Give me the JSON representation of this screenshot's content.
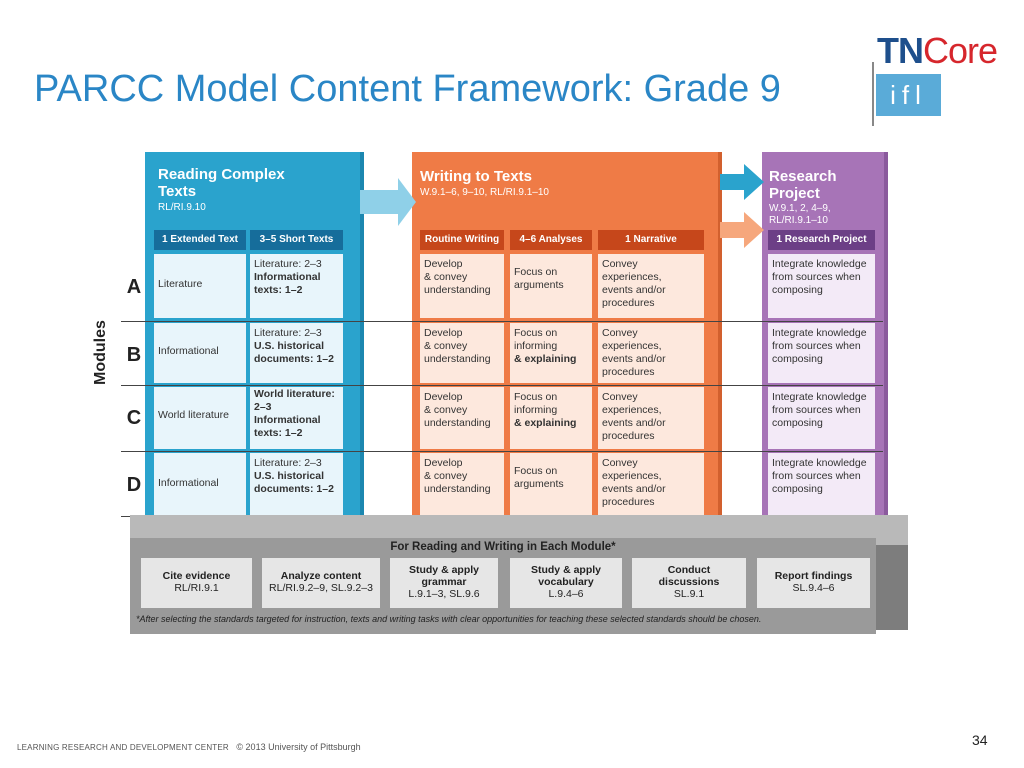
{
  "slide": {
    "title": "PARCC Model Content Framework:  Grade 9",
    "page_number": "34",
    "footer_org": "LEARNING RESEARCH AND DEVELOPMENT CENTER",
    "footer_copyright": "© 2013 University of Pittsburgh"
  },
  "logo": {
    "tn": "TN",
    "core": "Core",
    "ifl": "ifl"
  },
  "reading": {
    "title_line1": "Reading Complex",
    "title_line2": "Texts",
    "standards": "RL/RI.9.10",
    "header_extended": "1 Extended Text",
    "header_short": "3–5 Short Texts",
    "rows": [
      {
        "extended": "Literature",
        "short1": "Literature: 2–3",
        "short2": "Informational",
        "short3": "texts: 1–2"
      },
      {
        "extended": "Informational",
        "short1": "Literature: 2–3",
        "short2": "U.S. historical",
        "short3": "documents: 1–2"
      },
      {
        "extended": "World literature",
        "short1": "World literature:",
        "short1b": "2–3",
        "short2": "Informational",
        "short3": "texts: 1–2"
      },
      {
        "extended": "Informational",
        "short1": "Literature: 2–3",
        "short2": "U.S. historical",
        "short3": "documents: 1–2"
      }
    ]
  },
  "writing": {
    "title": "Writing to Texts",
    "standards": "W.9.1–6, 9–10, RL/RI.9.1–10",
    "header_routine": "Routine Writing",
    "header_analyses": "4–6 Analyses",
    "header_narrative": "1 Narrative",
    "rows": [
      {
        "routine": [
          "Develop",
          "& convey",
          "understanding"
        ],
        "analyses": [
          "Focus on",
          "arguments"
        ],
        "narrative": [
          "Convey experiences,",
          "events and/or",
          "procedures"
        ]
      },
      {
        "routine": [
          "Develop",
          "& convey",
          "understanding"
        ],
        "analyses": [
          "Focus on",
          "informing",
          "& explaining"
        ],
        "narrative": [
          "Convey experiences,",
          "events and/or",
          "procedures"
        ]
      },
      {
        "routine": [
          "Develop",
          "& convey",
          "understanding"
        ],
        "analyses": [
          "Focus on",
          "informing",
          "& explaining"
        ],
        "narrative": [
          "Convey experiences,",
          "events and/or",
          "procedures"
        ]
      },
      {
        "routine": [
          "Develop",
          "& convey",
          "understanding"
        ],
        "analyses": [
          "Focus on",
          "arguments"
        ],
        "narrative": [
          "Convey experiences,",
          "events and/or",
          "procedures"
        ]
      }
    ]
  },
  "research": {
    "title_line1": "Research",
    "title_line2": "Project",
    "standards_line1": "W.9.1, 2, 4–9,",
    "standards_line2": "RL/RI.9.1–10",
    "header": "1 Research Project",
    "row_text": [
      "Integrate knowledge",
      "from sources when",
      "composing"
    ]
  },
  "modules": {
    "label": "Modules",
    "letters": [
      "A",
      "B",
      "C",
      "D"
    ]
  },
  "platform": {
    "title": "For Reading and Writing in Each Module*",
    "boxes": [
      {
        "title": "Cite evidence",
        "line2": "",
        "std": "RL/RI.9.1"
      },
      {
        "title": "Analyze content",
        "line2": "",
        "std": "RL/RI.9.2–9, SL.9.2–3"
      },
      {
        "title": "Study & apply",
        "line2": "grammar",
        "std": "L.9.1–3, SL.9.6"
      },
      {
        "title": "Study & apply",
        "line2": "vocabulary",
        "std": "L.9.4–6"
      },
      {
        "title": "Conduct",
        "line2": "discussions",
        "std": "SL.9.1"
      },
      {
        "title": "Report findings",
        "line2": "",
        "std": "SL.9.4–6"
      }
    ],
    "note": "*After selecting the standards targeted for instruction, texts and writing tasks with clear opportunities for teaching these selected standards should be chosen."
  },
  "colors": {
    "title_blue": "#2a86c6",
    "reading_blue": "#2aa3cd",
    "writing_orange": "#ef7b46",
    "research_purple": "#a774b7",
    "platform_gray": "#9a9a9a"
  }
}
